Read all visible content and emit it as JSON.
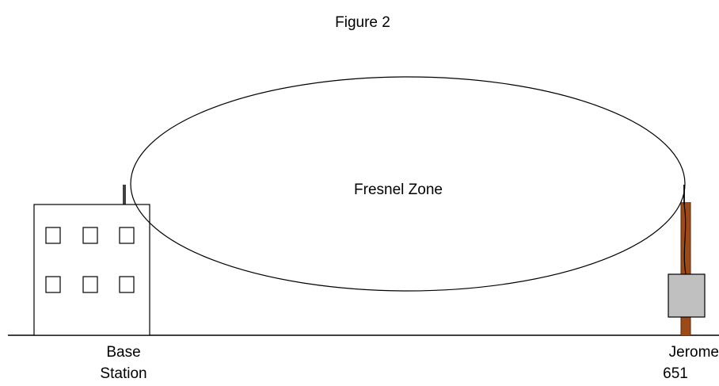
{
  "figure_title": "Figure 2",
  "zone_label": "Fresnel Zone",
  "base_station": {
    "label_line1": "Base",
    "label_line2": "Station"
  },
  "remote_station": {
    "label_line1": "Jerome",
    "label_line2": "651"
  },
  "colors": {
    "line": "#000000",
    "background": "#ffffff",
    "pole": "#9c4a18",
    "box_fill": "#c0c0c0"
  }
}
